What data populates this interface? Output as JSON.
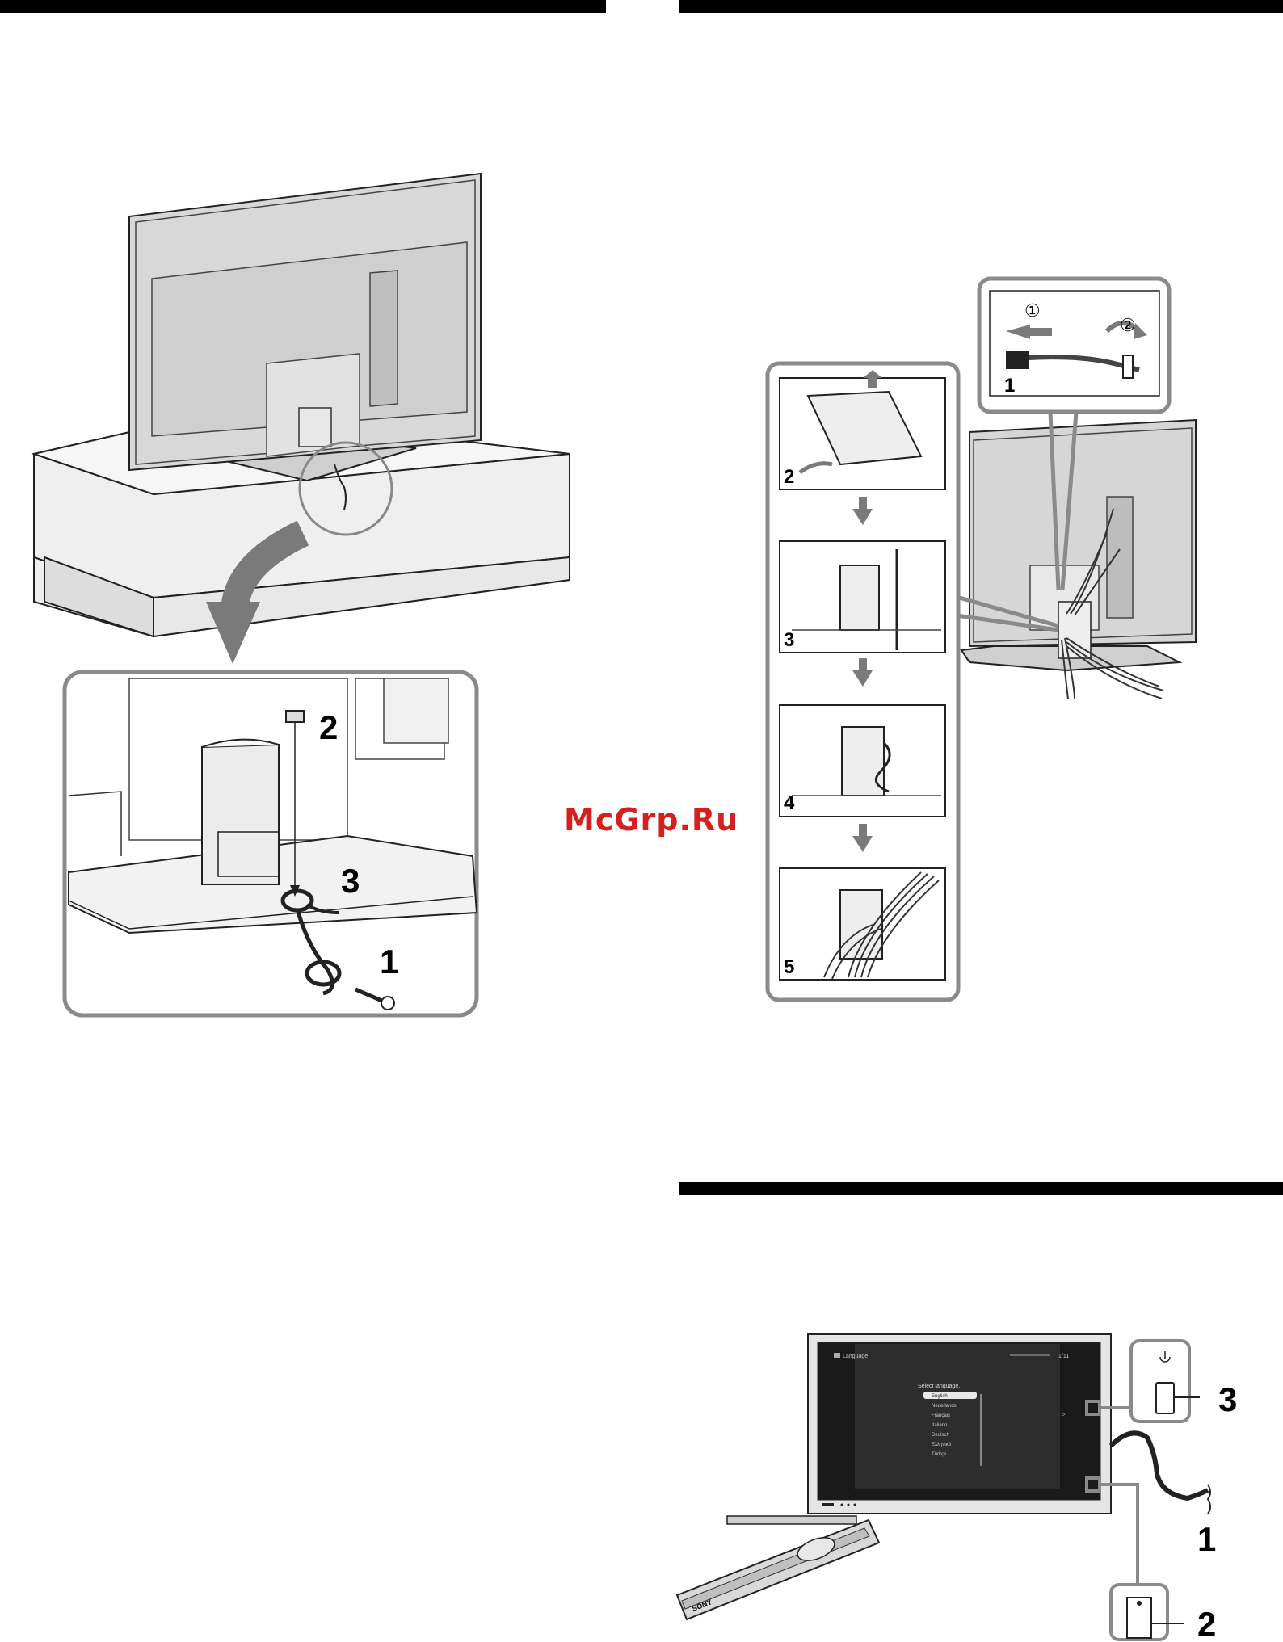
{
  "watermark": "McGrp.Ru",
  "stand_fig": {
    "callouts": {
      "one": "1",
      "two": "2",
      "three": "3"
    }
  },
  "cable_fig": {
    "inset_callouts": {
      "one": "①",
      "two": "②"
    },
    "steps": [
      "1",
      "2",
      "3",
      "4",
      "5"
    ]
  },
  "setup_fig": {
    "screen": {
      "header": "Language",
      "page_indicator": "1/11",
      "prompt": "Select language.",
      "languages": [
        "English",
        "Nederlands",
        "Français",
        "Italiano",
        "Deutsch",
        "Ελληνικά",
        "Türkçe"
      ]
    },
    "callouts": {
      "one": "1",
      "two": "2",
      "three": "3"
    },
    "remote_brand": "SONY"
  },
  "colors": {
    "frame_gray": "#8a8a8a",
    "arrow_gray": "#7a7a7a",
    "accent": "#d62020"
  }
}
